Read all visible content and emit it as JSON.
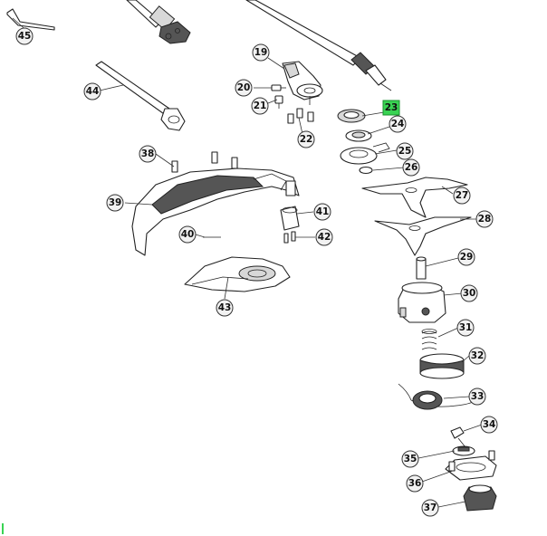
{
  "highlight_color": "#39d353",
  "parts": [
    {
      "id": "45",
      "label": "45"
    },
    {
      "id": "44",
      "label": "44"
    },
    {
      "id": "19",
      "label": "19"
    },
    {
      "id": "20",
      "label": "20"
    },
    {
      "id": "21",
      "label": "21"
    },
    {
      "id": "22",
      "label": "22"
    },
    {
      "id": "23",
      "label": "23",
      "highlighted": true
    },
    {
      "id": "24",
      "label": "24"
    },
    {
      "id": "25",
      "label": "25"
    },
    {
      "id": "26",
      "label": "26"
    },
    {
      "id": "27",
      "label": "27"
    },
    {
      "id": "28",
      "label": "28"
    },
    {
      "id": "29",
      "label": "29"
    },
    {
      "id": "30",
      "label": "30"
    },
    {
      "id": "31",
      "label": "31"
    },
    {
      "id": "32",
      "label": "32"
    },
    {
      "id": "33",
      "label": "33"
    },
    {
      "id": "34",
      "label": "34"
    },
    {
      "id": "35",
      "label": "35"
    },
    {
      "id": "36",
      "label": "36"
    },
    {
      "id": "37",
      "label": "37"
    },
    {
      "id": "38",
      "label": "38"
    },
    {
      "id": "39",
      "label": "39"
    },
    {
      "id": "40",
      "label": "40"
    },
    {
      "id": "41",
      "label": "41"
    },
    {
      "id": "42",
      "label": "42"
    },
    {
      "id": "43",
      "label": "43"
    }
  ]
}
